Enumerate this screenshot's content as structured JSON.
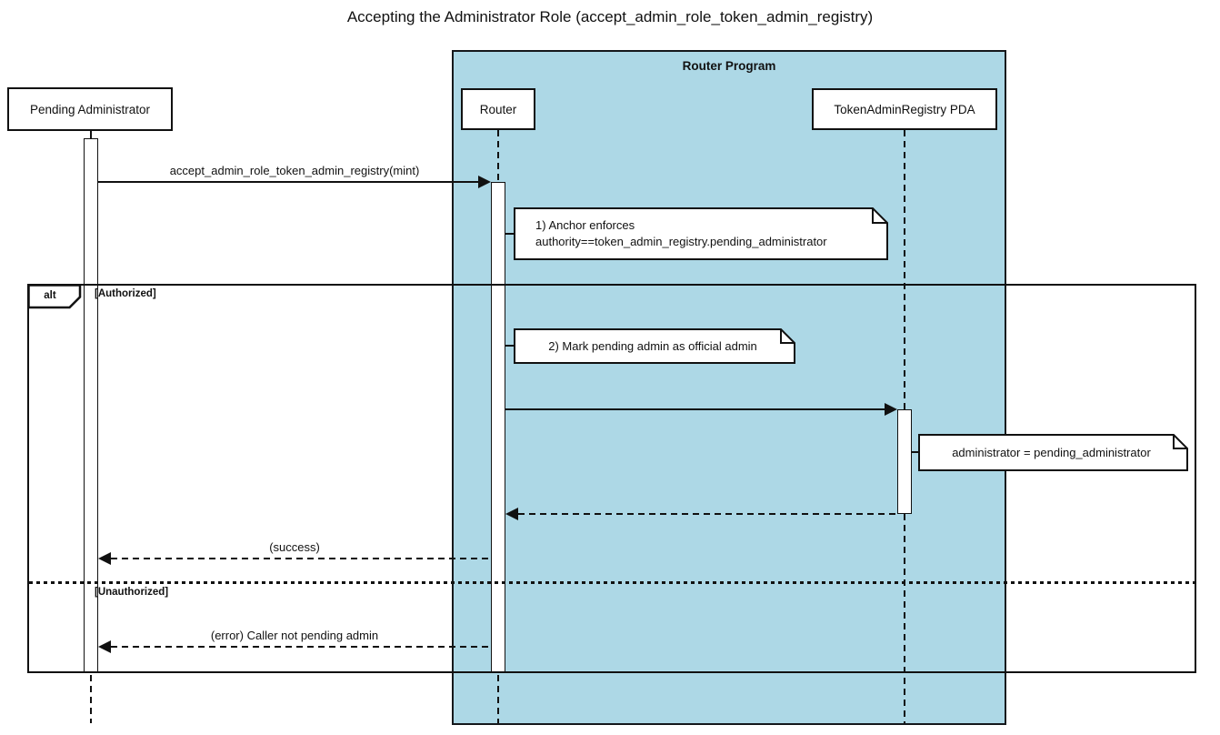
{
  "title": "Accepting the Administrator Role (accept_admin_role_token_admin_registry)",
  "container": {
    "label": "Router Program",
    "fill_color": "#ADD8E6",
    "border_color": "#15181b"
  },
  "participants": [
    {
      "label": "Pending Administrator"
    },
    {
      "label": "Router"
    },
    {
      "label": "TokenAdminRegistry PDA"
    }
  ],
  "messages": {
    "call": "accept_admin_role_token_admin_registry(mint)",
    "success": "(success)",
    "error": "(error) Caller not pending admin"
  },
  "notes": [
    "1) Anchor enforces\nauthority==token_admin_registry.pending_administrator",
    "2) Mark pending admin as official admin",
    "administrator = pending_administrator"
  ],
  "alt": {
    "label": "alt",
    "guards": [
      "[Authorized]",
      "[Unauthorized]"
    ]
  },
  "colors": {
    "note_fill": "#ffffff",
    "line": "#111111",
    "background": "#ffffff"
  }
}
